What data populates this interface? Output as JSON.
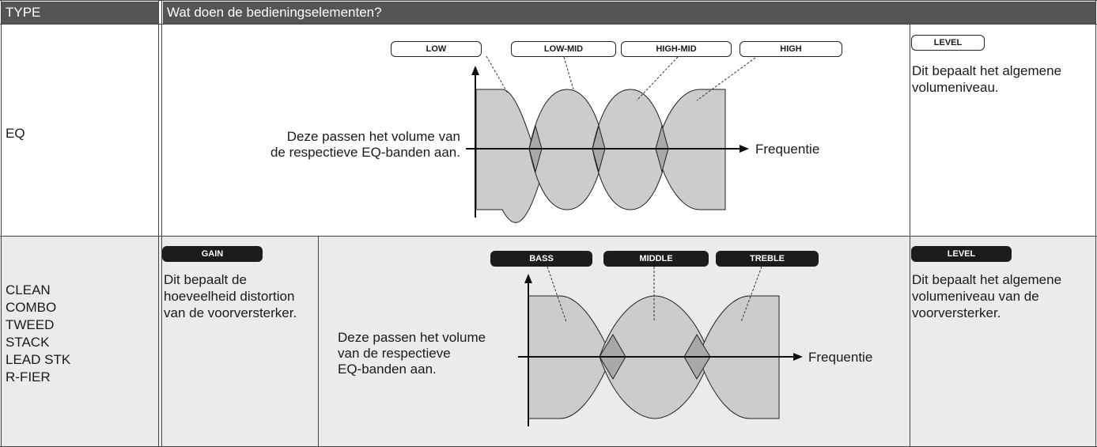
{
  "header": {
    "col_type": "TYPE",
    "col_controls": "Wat doen de bedieningselementen?"
  },
  "eq_row": {
    "type_label": "EQ",
    "bands": [
      "LOW",
      "LOW-MID",
      "HIGH-MID",
      "HIGH"
    ],
    "band_description": "Deze passen het volume van de respectieve EQ-banden aan.",
    "axis_label": "Frequentie",
    "level_label": "LEVEL",
    "level_description": "Dit bepaalt het algemene volumeniveau."
  },
  "amp_row": {
    "types": [
      "CLEAN",
      "COMBO",
      "TWEED",
      "STACK",
      "LEAD STK",
      "R-FIER"
    ],
    "gain_label": "GAIN",
    "gain_description": "Dit bepaalt de hoeveelheid distortion van de voorversterker.",
    "bands": [
      "BASS",
      "MIDDLE",
      "TREBLE"
    ],
    "band_description": "Deze passen het volume van de respectieve EQ-banden aan.",
    "axis_label": "Frequentie",
    "level_label": "LEVEL",
    "level_description": "Dit bepaalt het algemene volumeniveau van de voorversterker."
  },
  "colors": {
    "header_bg": "#555555",
    "header_text": "#ffffff",
    "row2_bg": "#ebebeb",
    "band_fill": "#cccccc",
    "overlap_fill": "#a8a8a8",
    "pill_solid": "#1c1c1c"
  }
}
